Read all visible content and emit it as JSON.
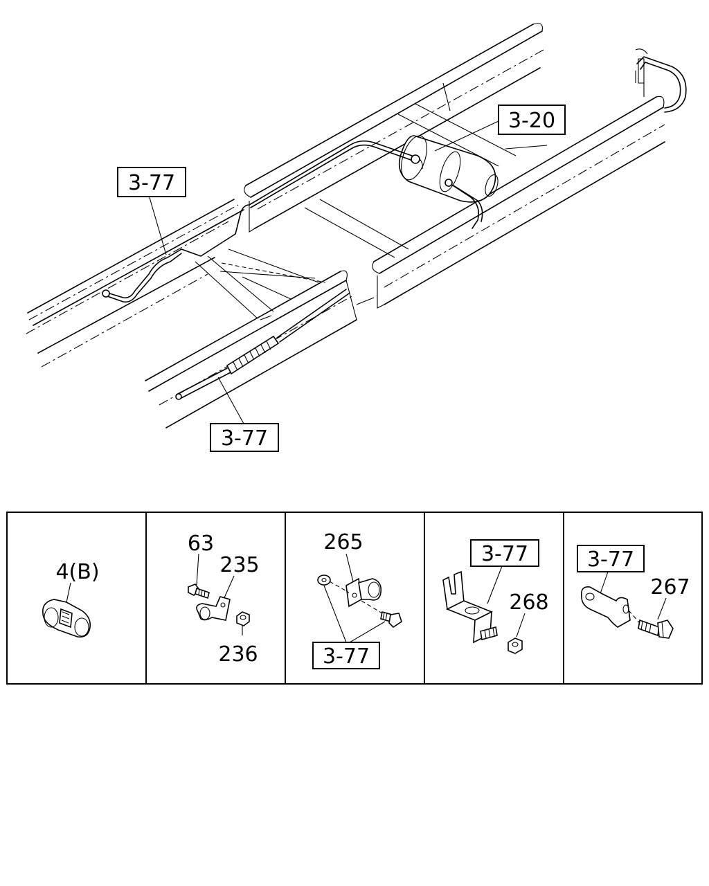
{
  "callouts": {
    "top_3_20": "3-20",
    "top_3_77_upper": "3-77",
    "top_3_77_lower": "3-77"
  },
  "panels": [
    {
      "labels": [
        "4(B)"
      ]
    },
    {
      "labels": [
        "63",
        "235",
        "236"
      ]
    },
    {
      "labels": [
        "265",
        "3-77"
      ]
    },
    {
      "labels": [
        "3-77",
        "268"
      ]
    },
    {
      "labels": [
        "3-77",
        "267"
      ]
    }
  ],
  "colors": {
    "line": "#000000",
    "background": "#ffffff"
  }
}
